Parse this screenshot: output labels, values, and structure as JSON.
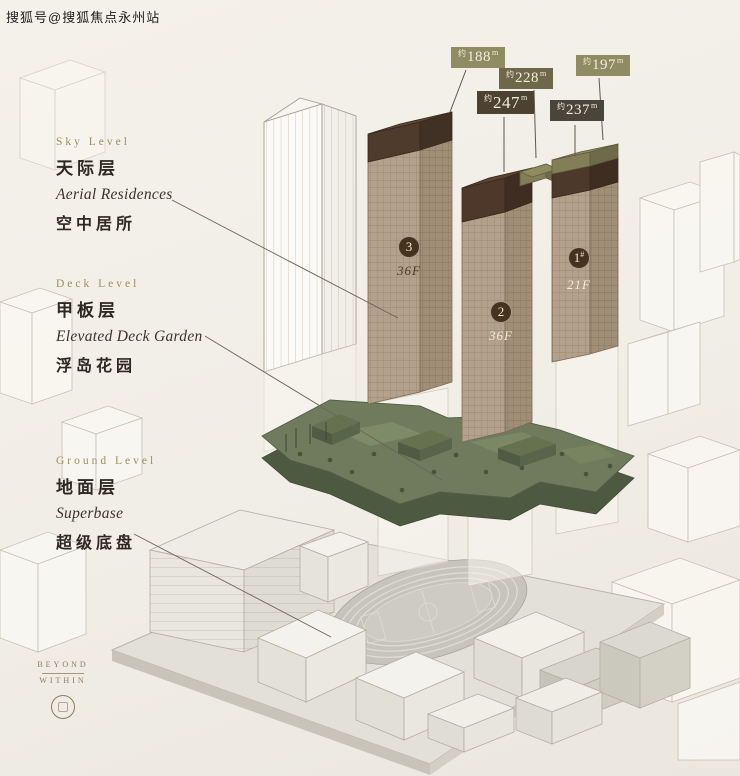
{
  "watermark": {
    "text": "搜狐号@搜狐焦点永州站"
  },
  "height_tags": [
    {
      "prefix": "约",
      "value": "188",
      "unit": "m",
      "bg": "#8f8b62"
    },
    {
      "prefix": "约",
      "value": "228",
      "unit": "m",
      "bg": "#6e6749"
    },
    {
      "prefix": "约",
      "value": "247",
      "unit": "m",
      "bg": "#4d4131"
    },
    {
      "prefix": "约",
      "value": "197",
      "unit": "m",
      "bg": "#8f8b62"
    },
    {
      "prefix": "约",
      "value": "237",
      "unit": "m",
      "bg": "#4a453b"
    }
  ],
  "levels": [
    {
      "eyebrow": "Sky Level",
      "title": "天际层",
      "line_en": "Aerial Residences",
      "line_cn": "空中居所"
    },
    {
      "eyebrow": "Deck Level",
      "title": "甲板层",
      "line_en": "Elevated Deck Garden",
      "line_cn": "浮岛花园"
    },
    {
      "eyebrow": "Ground Level",
      "title": "地面层",
      "line_en": "Superbase",
      "line_cn": "超级底盘"
    }
  ],
  "towers": [
    {
      "number": "3",
      "floors": "36F"
    },
    {
      "number": "2",
      "floors": "36F"
    },
    {
      "number": "1",
      "suffix": "#",
      "floors": "21F"
    }
  ],
  "logo": {
    "line1": "BEYOND",
    "line2": "WITHIN"
  },
  "colors": {
    "accent_olive": "#99905f",
    "tower_tan": "#b3a18b",
    "cap_brown": "#4e3b2b",
    "deck_green": "#6f7b5c",
    "background": "#f2efe8"
  }
}
